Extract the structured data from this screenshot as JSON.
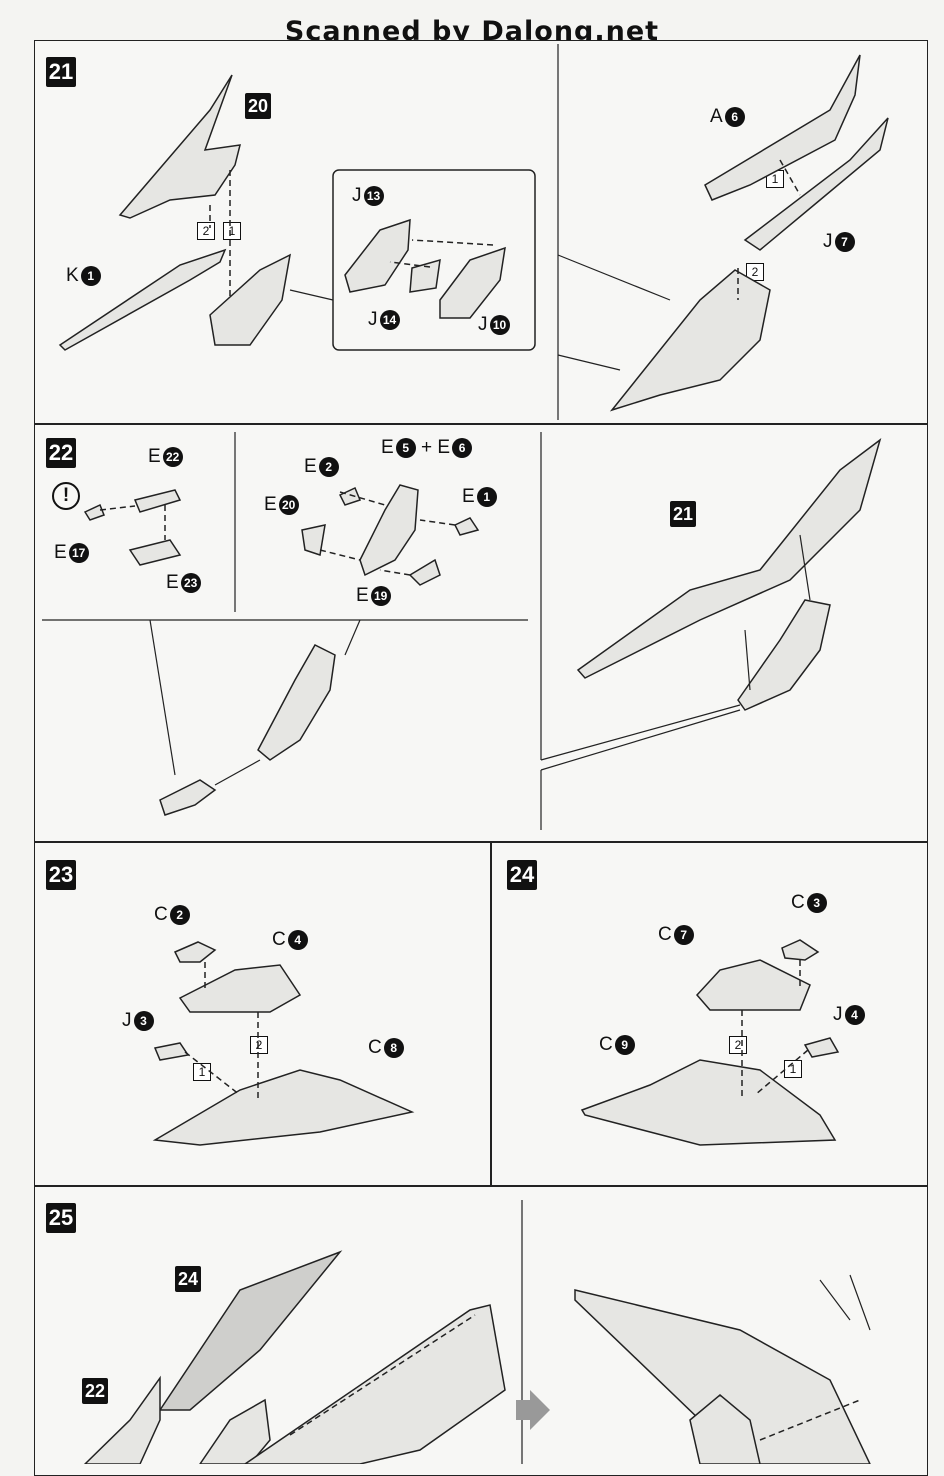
{
  "header": {
    "scan_credit": "Scanned by Dalong.net"
  },
  "steps": {
    "s21": {
      "number": "21",
      "sub_ref": "20",
      "parts": {
        "k1": {
          "letter": "K",
          "num": "1"
        },
        "j13": {
          "letter": "J",
          "num": "13"
        },
        "j14": {
          "letter": "J",
          "num": "14"
        },
        "j10": {
          "letter": "J",
          "num": "10"
        },
        "a6": {
          "letter": "A",
          "num": "6"
        },
        "j7": {
          "letter": "J",
          "num": "7"
        }
      },
      "order": {
        "one": "1",
        "two": "2"
      }
    },
    "s22": {
      "number": "22",
      "ref": "21",
      "parts": {
        "e22": {
          "letter": "E",
          "num": "22"
        },
        "e17": {
          "letter": "E",
          "num": "17"
        },
        "e23": {
          "letter": "E",
          "num": "23"
        },
        "e2": {
          "letter": "E",
          "num": "2"
        },
        "e5": {
          "letter": "E",
          "num": "5"
        },
        "plus": "+",
        "e6": {
          "letter": "E",
          "num": "6"
        },
        "e20": {
          "letter": "E",
          "num": "20"
        },
        "e1": {
          "letter": "E",
          "num": "1"
        },
        "e19": {
          "letter": "E",
          "num": "19"
        }
      },
      "caution": "!"
    },
    "s23": {
      "number": "23",
      "parts": {
        "c2": {
          "letter": "C",
          "num": "2"
        },
        "c4": {
          "letter": "C",
          "num": "4"
        },
        "j3": {
          "letter": "J",
          "num": "3"
        },
        "c8": {
          "letter": "C",
          "num": "8"
        }
      },
      "order": {
        "one": "1",
        "two": "2"
      }
    },
    "s24": {
      "number": "24",
      "parts": {
        "c3": {
          "letter": "C",
          "num": "3"
        },
        "c7": {
          "letter": "C",
          "num": "7"
        },
        "c9": {
          "letter": "C",
          "num": "9"
        },
        "j4": {
          "letter": "J",
          "num": "4"
        }
      },
      "order": {
        "one": "1",
        "two": "2"
      }
    },
    "s25": {
      "number": "25",
      "refs": {
        "r24": "24",
        "r22": "22"
      }
    }
  }
}
